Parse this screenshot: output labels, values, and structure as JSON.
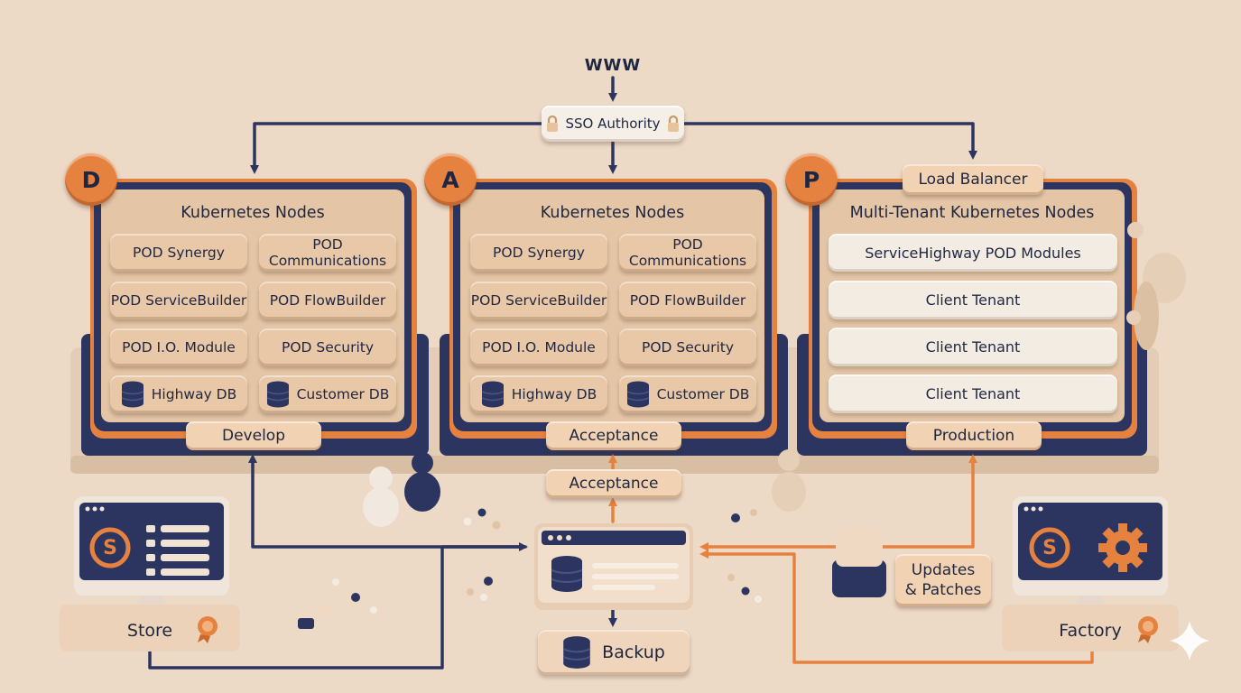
{
  "top": {
    "www": "WWW",
    "sso": "SSO Authority",
    "load_balancer": "Load Balancer"
  },
  "environments": [
    {
      "badge": "D",
      "title": "Kubernetes Nodes",
      "modules": [
        "POD Synergy",
        "POD Communications",
        "POD ServiceBuilder",
        "POD FlowBuilder",
        "POD I.O. Module",
        "POD Security"
      ],
      "databases": [
        "Highway DB",
        "Customer DB"
      ],
      "footer": "Develop"
    },
    {
      "badge": "A",
      "title": "Kubernetes Nodes",
      "modules": [
        "POD Synergy",
        "POD Communications",
        "POD ServiceBuilder",
        "POD FlowBuilder",
        "POD I.O. Module",
        "POD Security"
      ],
      "databases": [
        "Highway DB",
        "Customer DB"
      ],
      "footer": "Acceptance"
    },
    {
      "badge": "P",
      "title": "Multi-Tenant Kubernetes Nodes",
      "rows": [
        "ServiceHighway POD Modules",
        "Client Tenant",
        "Client Tenant",
        "Client Tenant"
      ],
      "footer": "Production"
    }
  ],
  "bottom": {
    "acceptance_label": "Acceptance",
    "store_label": "Store",
    "store_icon_letter": "S",
    "factory_label": "Factory",
    "factory_icon_letter": "S",
    "updates_line1": "Updates",
    "updates_line2": "& Patches",
    "backup_label": "Backup"
  },
  "colors": {
    "navy": "#2c3560",
    "orange": "#e6823f",
    "clay": "#e9c8a8",
    "tenant": "#f3ece3",
    "background": "#ecd9c6"
  }
}
